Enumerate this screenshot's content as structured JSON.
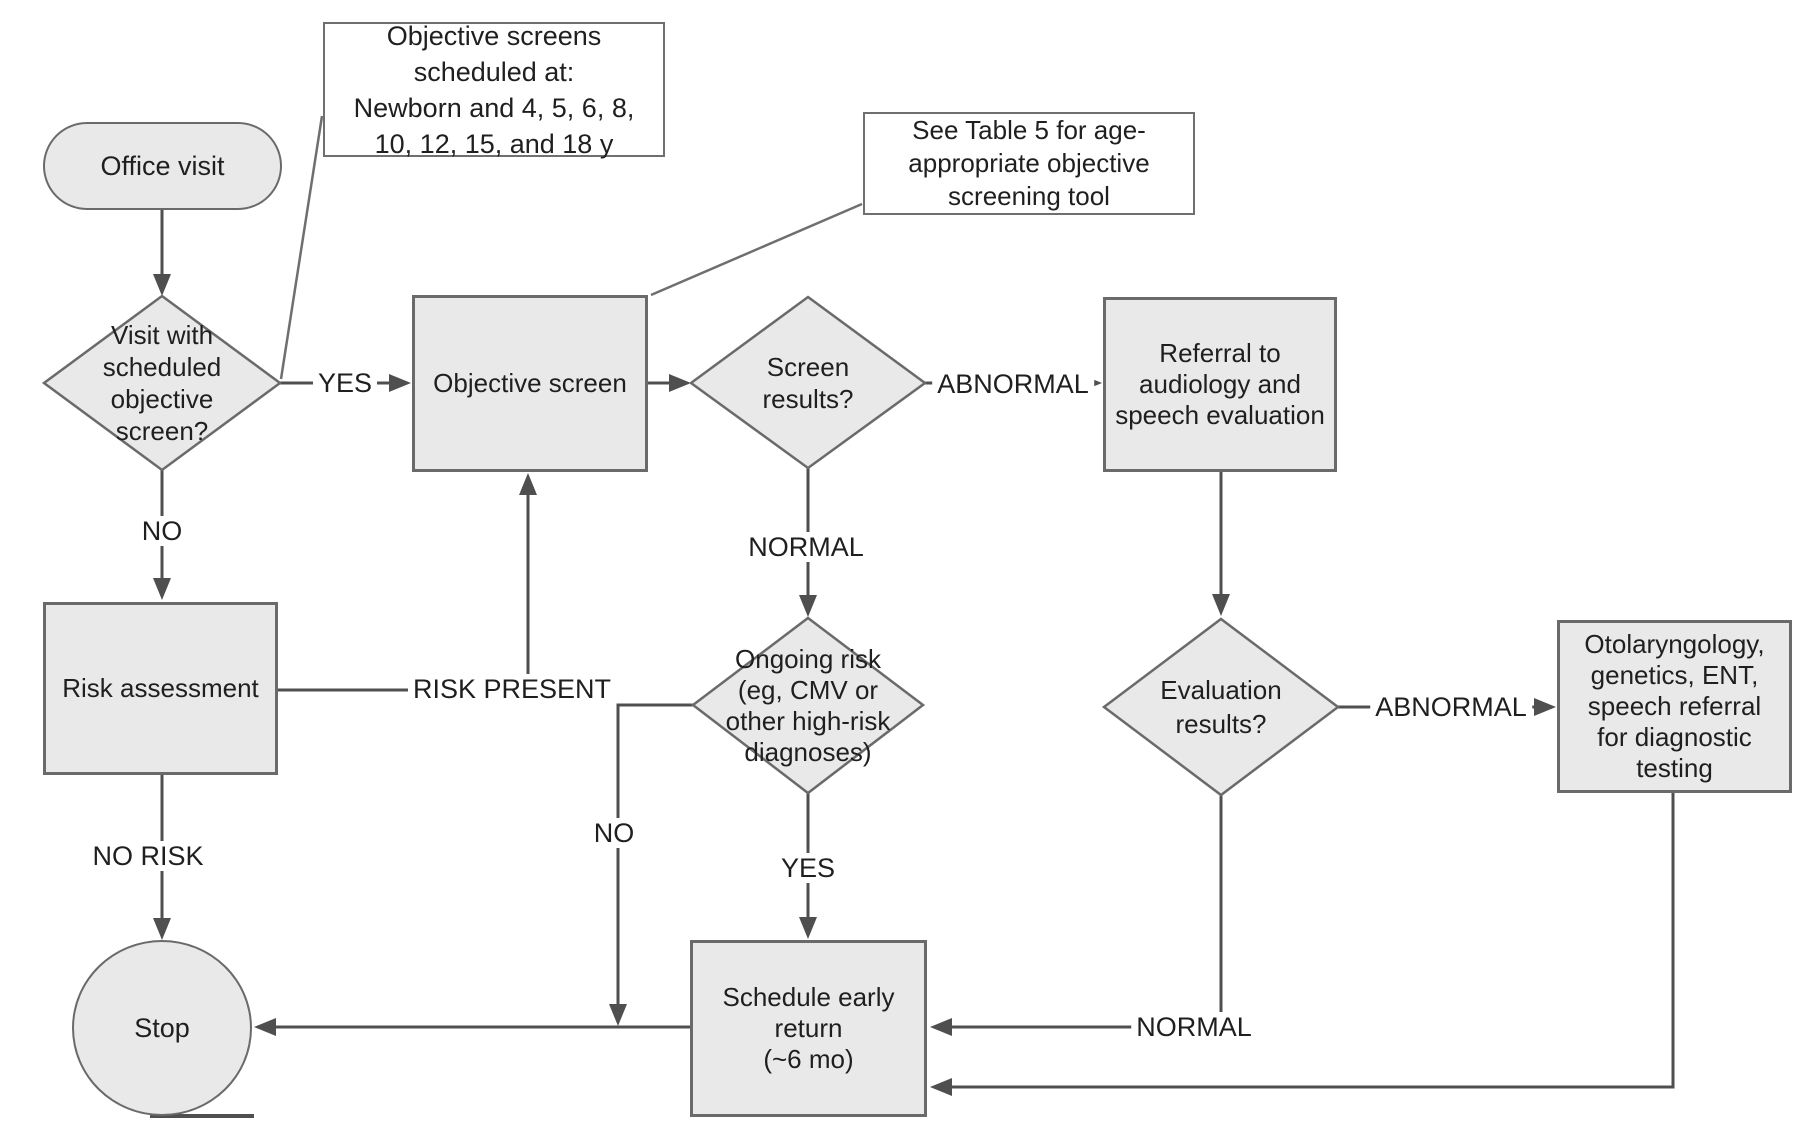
{
  "nodes": {
    "office_visit": "Office visit",
    "visit_question": "Visit with\nscheduled\nobjective\nscreen?",
    "objective_screen": "Objective screen",
    "screen_results": "Screen\nresults?",
    "referral": "Referral to\naudiology and\nspeech evaluation",
    "risk_assessment": "Risk assessment",
    "ongoing_risk": "Ongoing risk\n(eg, CMV or\nother high-risk\ndiagnoses)",
    "evaluation_results": "Evaluation\nresults?",
    "otolaryngology": "Otolaryngology,\ngenetics, ENT,\nspeech referral\nfor diagnostic\ntesting",
    "schedule_return": "Schedule early\nreturn\n(~6 mo)",
    "stop": "Stop"
  },
  "annotations": {
    "screens_scheduled": "Objective screens scheduled at:\nNewborn and 4, 5, 6, 8,\n10, 12, 15, and 18 y",
    "see_table": "See Table 5 for age-\nappropriate objective\nscreening tool"
  },
  "edge_labels": {
    "yes_screen": "YES",
    "no_screen": "NO",
    "abnormal_screen": "ABNORMAL",
    "normal_screen": "NORMAL",
    "risk_present": "RISK PRESENT",
    "no_risk": "NO RISK",
    "no_ongoing": "NO",
    "yes_ongoing": "YES",
    "abnormal_eval": "ABNORMAL",
    "normal_eval": "NORMAL"
  },
  "colors": {
    "node_fill": "#e9e9e9",
    "node_border": "#6a6a6a",
    "connector": "#4f4f4f",
    "text": "#1f1f1f",
    "background": "#ffffff"
  }
}
